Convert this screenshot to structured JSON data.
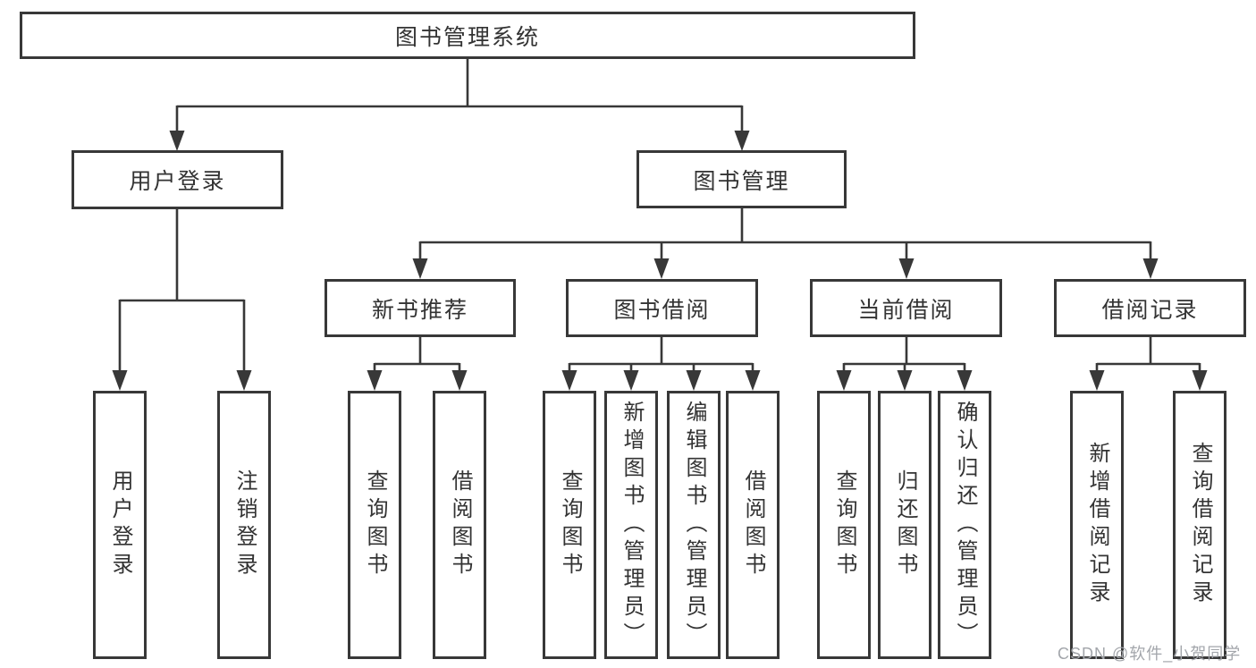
{
  "nodes": {
    "root": {
      "label": "图书管理系统"
    },
    "user_login": {
      "label": "用户登录"
    },
    "book_management": {
      "label": "图书管理"
    },
    "new_book_recommendation": {
      "label": "新书推荐"
    },
    "book_borrowing": {
      "label": "图书借阅"
    },
    "current_borrowing": {
      "label": "当前借阅"
    },
    "borrowing_records": {
      "label": "借阅记录"
    },
    "leaf_user_login": {
      "label": "用户登录"
    },
    "leaf_logout": {
      "label": "注销登录"
    },
    "leaf_recommend_query_books": {
      "label": "查询图书"
    },
    "leaf_recommend_borrow_books": {
      "label": "借阅图书"
    },
    "leaf_borrowing_query_books": {
      "label": "查询图书"
    },
    "leaf_borrowing_add_books": {
      "label": "新增图书（管理员）"
    },
    "leaf_borrowing_edit_books": {
      "label": "编辑图书（管理员）"
    },
    "leaf_borrowing_borrow_books": {
      "label": "借阅图书"
    },
    "leaf_current_query_books": {
      "label": "查询图书"
    },
    "leaf_current_return_books": {
      "label": "归还图书"
    },
    "leaf_current_confirm_return": {
      "label": "确认归还（管理员）"
    },
    "leaf_records_add_record": {
      "label": "新增借阅记录"
    },
    "leaf_records_query_record": {
      "label": "查询借阅记录"
    }
  },
  "hierarchy": {
    "图书管理系统": {
      "用户登录": [
        "用户登录",
        "注销登录"
      ],
      "图书管理": {
        "新书推荐": [
          "查询图书",
          "借阅图书"
        ],
        "图书借阅": [
          "查询图书",
          "新增图书（管理员）",
          "编辑图书（管理员）",
          "借阅图书"
        ],
        "当前借阅": [
          "查询图书",
          "归还图书",
          "确认归还（管理员）"
        ],
        "借阅记录": [
          "新增借阅记录",
          "查询借阅记录"
        ]
      }
    }
  },
  "watermark": {
    "text": "CSDN @软件_小贺同学"
  },
  "colors": {
    "line": "#383838",
    "text": "#333333",
    "watermark": "#a3a6ab",
    "background": "#ffffff"
  }
}
